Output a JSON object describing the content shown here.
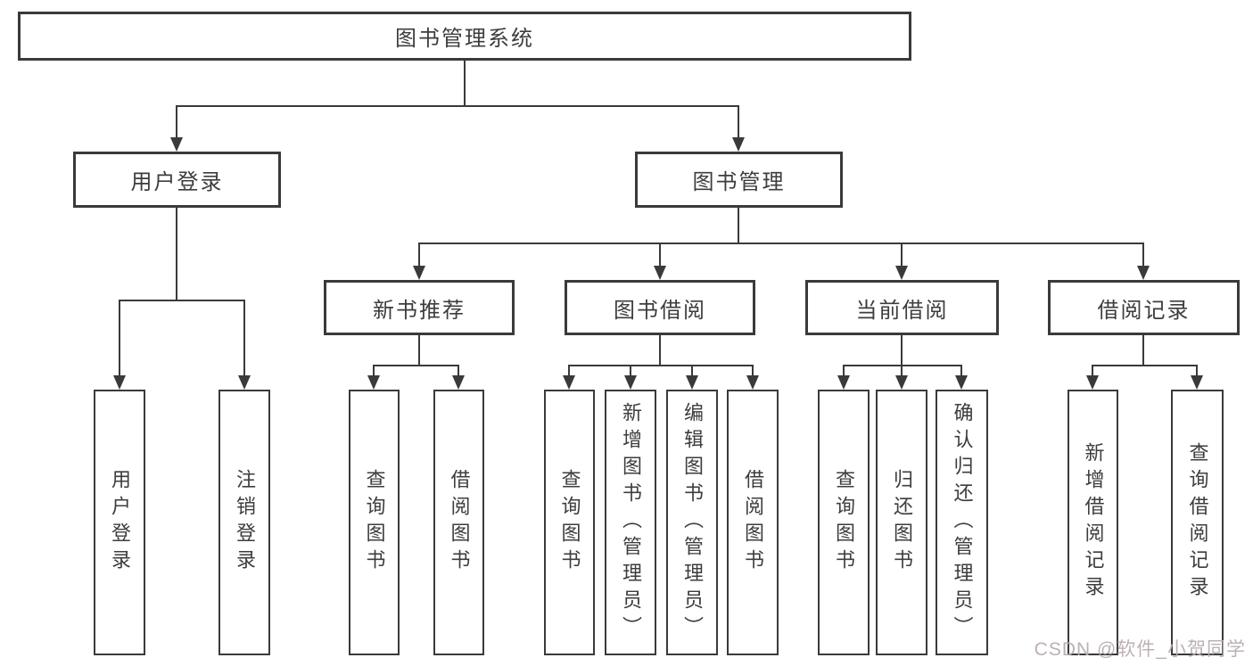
{
  "diagram_title": "图书管理系统",
  "colors": {
    "line": "#3a3a3a",
    "text": "#3d3d3d",
    "watermark": "#b9adb2",
    "background": "#ffffff"
  },
  "tree": {
    "label": "图书管理系统",
    "children": [
      {
        "label": "用户登录",
        "children": [
          {
            "label": "用户登录"
          },
          {
            "label": "注销登录"
          }
        ]
      },
      {
        "label": "图书管理",
        "children": [
          {
            "label": "新书推荐",
            "children": [
              {
                "label": "查询图书"
              },
              {
                "label": "借阅图书"
              }
            ]
          },
          {
            "label": "图书借阅",
            "children": [
              {
                "label": "查询图书"
              },
              {
                "label": "新增图书（管理员）"
              },
              {
                "label": "编辑图书（管理员）"
              },
              {
                "label": "借阅图书"
              }
            ]
          },
          {
            "label": "当前借阅",
            "children": [
              {
                "label": "查询图书"
              },
              {
                "label": "归还图书"
              },
              {
                "label": "确认归还（管理员）"
              }
            ]
          },
          {
            "label": "借阅记录",
            "children": [
              {
                "label": "新增借阅记录"
              },
              {
                "label": "查询借阅记录"
              }
            ]
          }
        ]
      }
    ]
  },
  "watermark": {
    "text": "CSDN @软件_小贺同学"
  }
}
